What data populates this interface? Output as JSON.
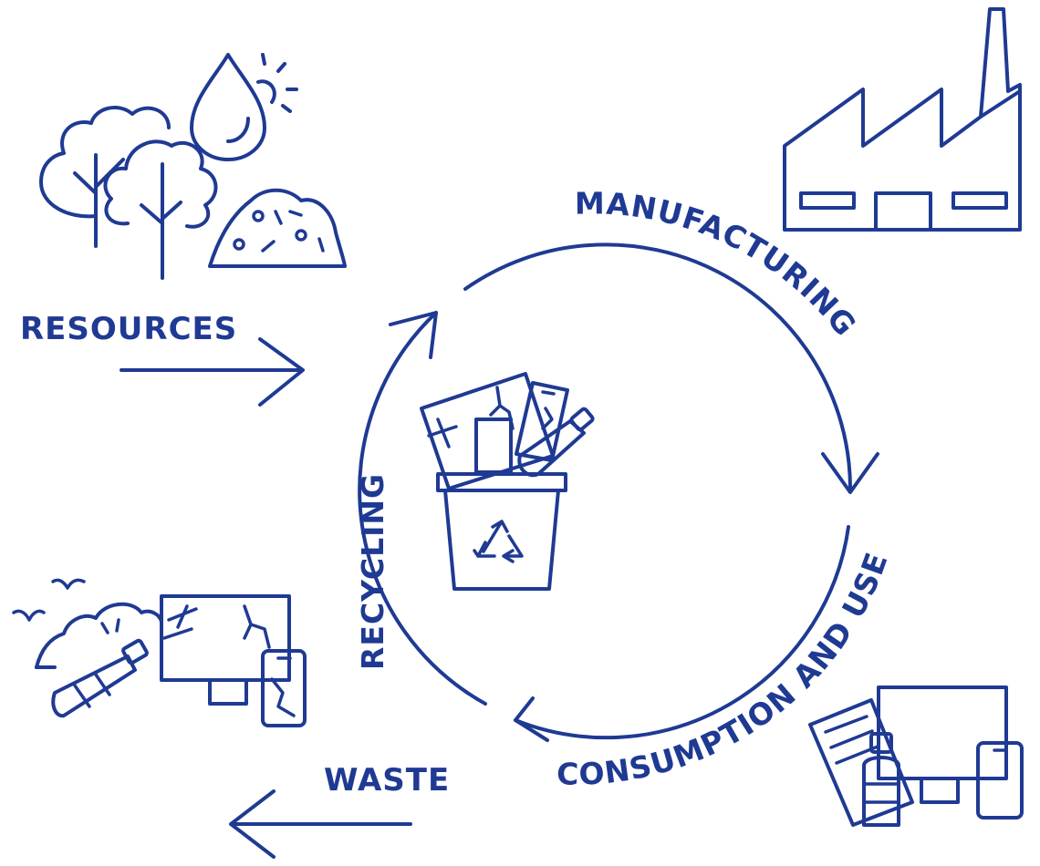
{
  "labels": {
    "resources": "RESOURCES",
    "manufacturing": "MANUFACTURING",
    "consumption": "CONSUMPTION AND USE",
    "recycling": "RECYCLING",
    "waste": "WASTE"
  },
  "icons": {
    "resources": "nature-resources-icon",
    "manufacturing": "factory-icon",
    "consumption": "devices-icon",
    "waste": "waste-pile-icon",
    "recycling": "recycling-bin-icon"
  },
  "colors": {
    "line": "#1f3a93",
    "background": "#ffffff"
  }
}
